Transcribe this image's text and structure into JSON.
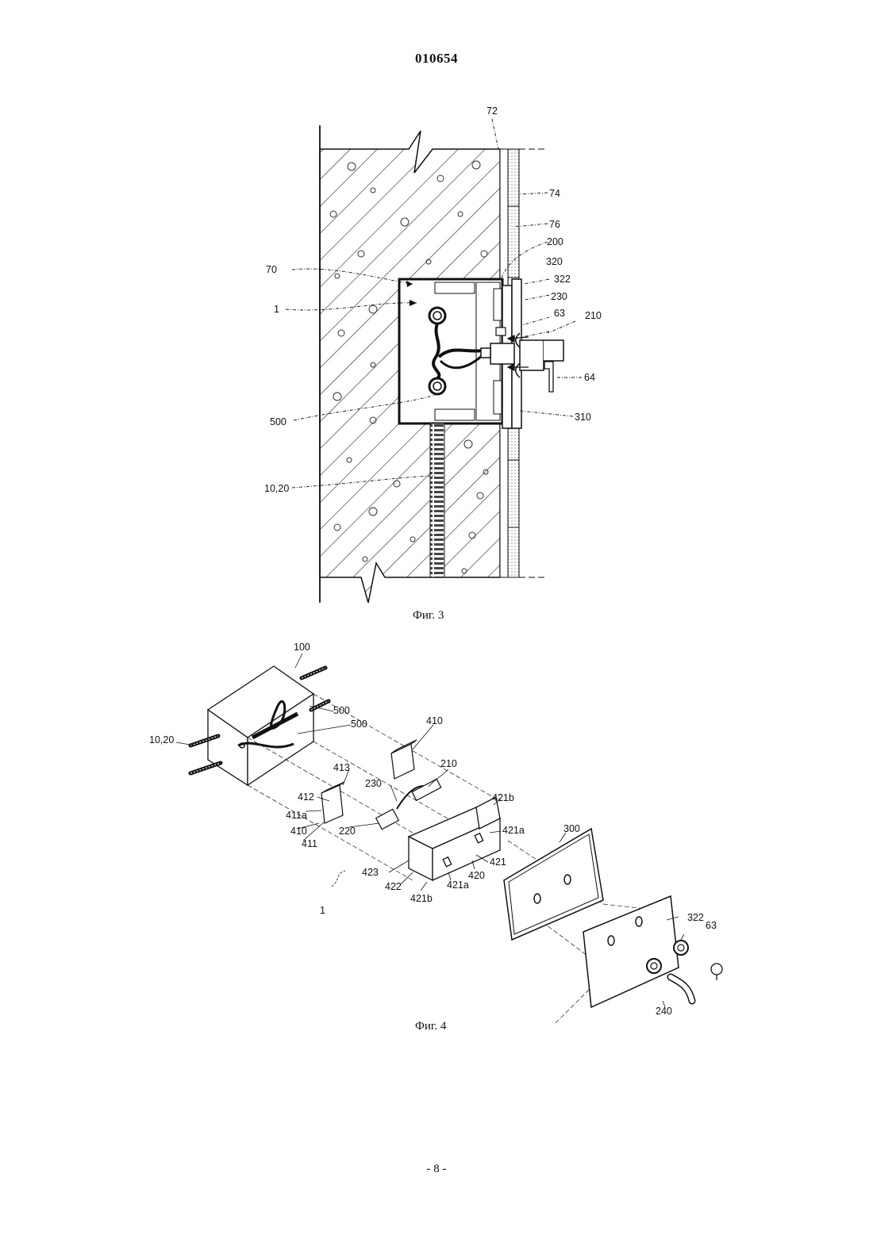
{
  "header": {
    "document_number": "010654"
  },
  "figure3": {
    "caption": "Фиг. 3",
    "labels": {
      "l72": "72",
      "l74": "74",
      "l76": "76",
      "l200": "200",
      "l320": "320",
      "l322": "322",
      "l230": "230",
      "l63": "63",
      "l210": "210",
      "l64": "64",
      "l310": "310",
      "l70": "70",
      "l1": "1",
      "l500": "500",
      "l1020": "10,20"
    }
  },
  "figure4": {
    "caption": "Фиг. 4",
    "labels": {
      "l100": "100",
      "l500a": "500",
      "l500b": "500",
      "l1020": "10,20",
      "l410a": "410",
      "l210": "210",
      "l413": "413",
      "l412": "412",
      "l230": "230",
      "l411a": "411a",
      "l410b": "410",
      "l411": "411",
      "l220": "220",
      "l421b_top": "421b",
      "l421a_right": "421a",
      "l300": "300",
      "l423": "423",
      "l422": "422",
      "l421b_bottom": "421b",
      "l421a_bottom": "421a",
      "l420": "420",
      "l421": "421",
      "l1": "1",
      "l322": "322",
      "l63": "63",
      "l240": "240"
    }
  },
  "footer": {
    "page_number": "- 8 -"
  }
}
